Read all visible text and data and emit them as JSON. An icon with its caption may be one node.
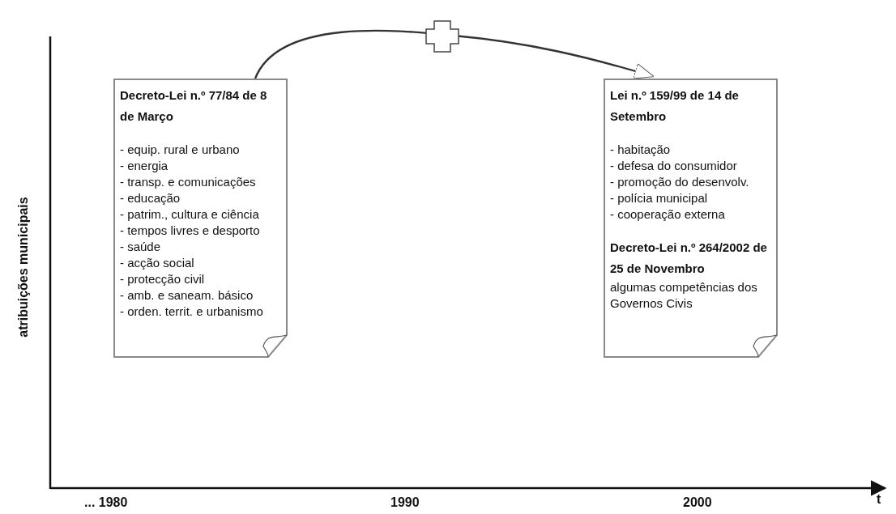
{
  "diagram": {
    "nodes": [
      {
        "text": [
          "Decreto-Lei n.º 77/84 de 8 de Março",
          "- equip. rural e urbano",
          "- energia",
          "- transp. e comunicações",
          "- educação",
          "- patrim., cultura e ciência",
          "- tempos livres e desporto",
          "- saúde",
          "- acção social",
          "- protecção civil",
          "- amb. e saneam. básico",
          "- orden. territ. e urbanismo"
        ]
      },
      {
        "text": [
          "Lei n.º 159/99 de 14 de Setembro",
          "- habitação",
          "- defesa do consumidor",
          "- promoção do desenvolv.",
          "- polícia municipal",
          "- cooperação externa",
          "Decreto-Lei n.º 264/2002 de 25 de Novembro",
          "algumas competências dos Governos Civis"
        ]
      }
    ],
    "edges": [
      {
        "from": 0,
        "to": 1,
        "arrow": "to"
      }
    ],
    "labels": [
      "atribuições municipais",
      "... 1980",
      "1990",
      "2000",
      "t"
    ]
  }
}
